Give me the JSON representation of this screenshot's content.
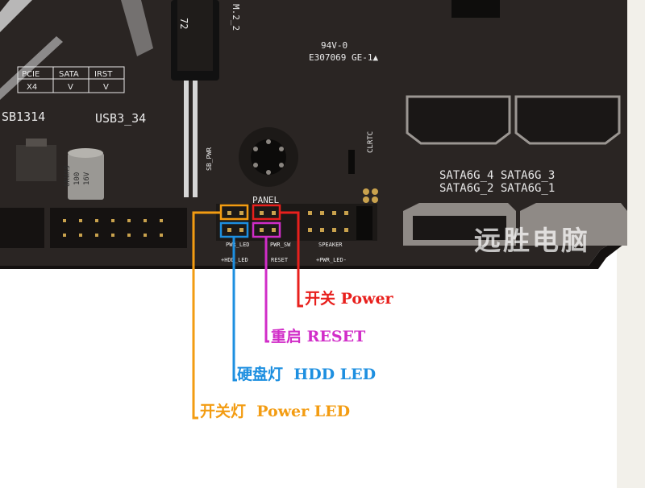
{
  "colors": {
    "power": "#e8201d",
    "reset": "#d12dc8",
    "hdd_led": "#1d8fe0",
    "power_led": "#f39c12",
    "board": "#2a2523",
    "silkscreen": "#e9e9e9"
  },
  "board": {
    "cert_line1": "94V-0",
    "cert_line2": "E307069 GE-1▲",
    "pcie_table": {
      "headers": [
        "PCIE",
        "SATA",
        "IRST"
      ],
      "values": [
        "X4",
        "V",
        "V"
      ]
    },
    "usb_left": "SB1314",
    "usb_right": "USB3_34",
    "m2_label": "M.2_2",
    "m2_digit": "72",
    "capacitor_text": [
      "6KWA9",
      "100",
      "16V"
    ],
    "panel_label": "PANEL",
    "sb_pwr_label": "SB_PWR",
    "clrtc_label": "CLRTC",
    "pin_labels": {
      "pwr_led": "PWR_LED",
      "pwr_sw": "PWR_SW",
      "speaker": "SPEAKER",
      "hdd_led": "+HDD_LED",
      "reset": "RESET",
      "pwr_led_bottom": "+PWR_LED-"
    },
    "sata_row1": "SATA6G_4 SATA6G_3",
    "sata_row2": "SATA6G_2 SATA6G_1"
  },
  "watermark": "远胜电脑",
  "annotations": [
    {
      "id": "power",
      "cn": "开关",
      "en": "Power"
    },
    {
      "id": "reset",
      "cn": "重启",
      "en": "RESET"
    },
    {
      "id": "hdd_led",
      "cn": "硬盘灯",
      "en": "HDD LED"
    },
    {
      "id": "power_led",
      "cn": "开关灯",
      "en": "Power LED"
    }
  ]
}
